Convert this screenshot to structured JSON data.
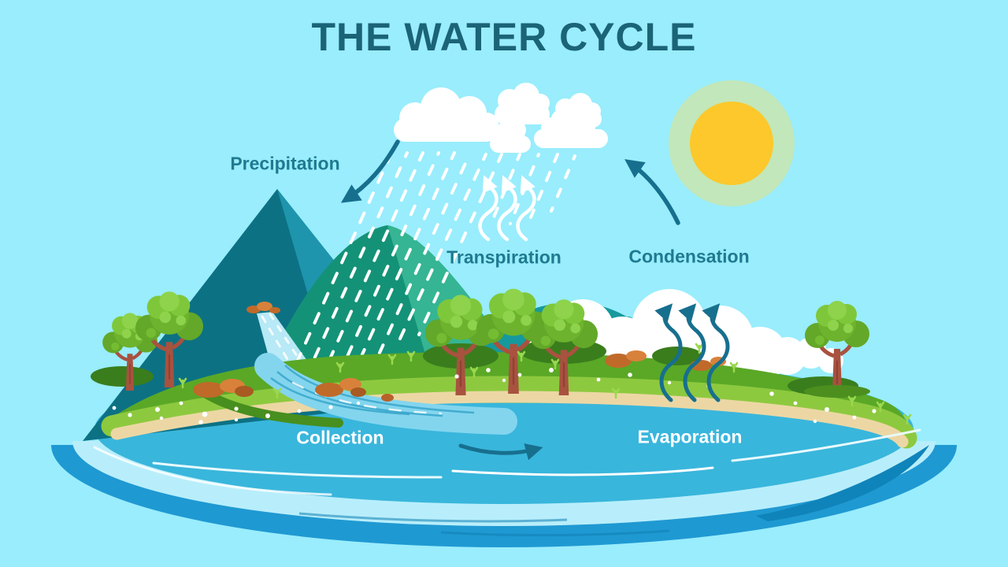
{
  "title": "THE WATER CYCLE",
  "labels": {
    "precipitation": "Precipitation",
    "transpiration": "Transpiration",
    "condensation": "Condensation",
    "collection": "Collection",
    "evaporation": "Evaporation"
  },
  "scene": {
    "elements": [
      "sun-icon",
      "rain-cloud-icon",
      "rain-icon",
      "mountain",
      "waterfall",
      "river",
      "island",
      "tree-icon",
      "bush",
      "rock",
      "lake",
      "transpiration-arrows",
      "evaporation-arrows",
      "precipitation-arrow",
      "condensation-arrow",
      "collection-flow-arrow"
    ],
    "flow_arrows": [
      {
        "name": "precipitation-arrow",
        "from": "clouds",
        "to": "mountains"
      },
      {
        "name": "condensation-arrow",
        "from": "evaporation",
        "to": "clouds"
      },
      {
        "name": "collection-flow-arrow",
        "from": "collection",
        "to": "evaporation"
      },
      {
        "name": "transpiration-arrows",
        "style": "white-wavy-up"
      },
      {
        "name": "evaporation-arrows",
        "style": "teal-wavy-up"
      }
    ]
  },
  "colors": {
    "background": "#99edfc",
    "title_text": "#1b6377",
    "label_teal": "#1f7a90",
    "label_white": "#ffffff",
    "sun_core": "#fcc82b",
    "sun_halo": "#c2e7ba",
    "arrow_teal": "#176f8e",
    "cloud_white": "#ffffff",
    "mountain_teal_dark": "#0d7184",
    "mountain_teal_light": "#1e95ac",
    "mountain_green_dark": "#149277",
    "mountain_green_light": "#35b593",
    "grass_dark": "#5aa826",
    "grass_light": "#8dc93f",
    "sand": "#ecd7a4",
    "water_surface": "#39b6dc",
    "water_pale_band": "#b8eefb",
    "water_deep": "#1f99d2",
    "water_deep_shadow": "#0f84ba",
    "tree_trunk": "#a8523f",
    "rock_orange": "#c06a2a"
  }
}
